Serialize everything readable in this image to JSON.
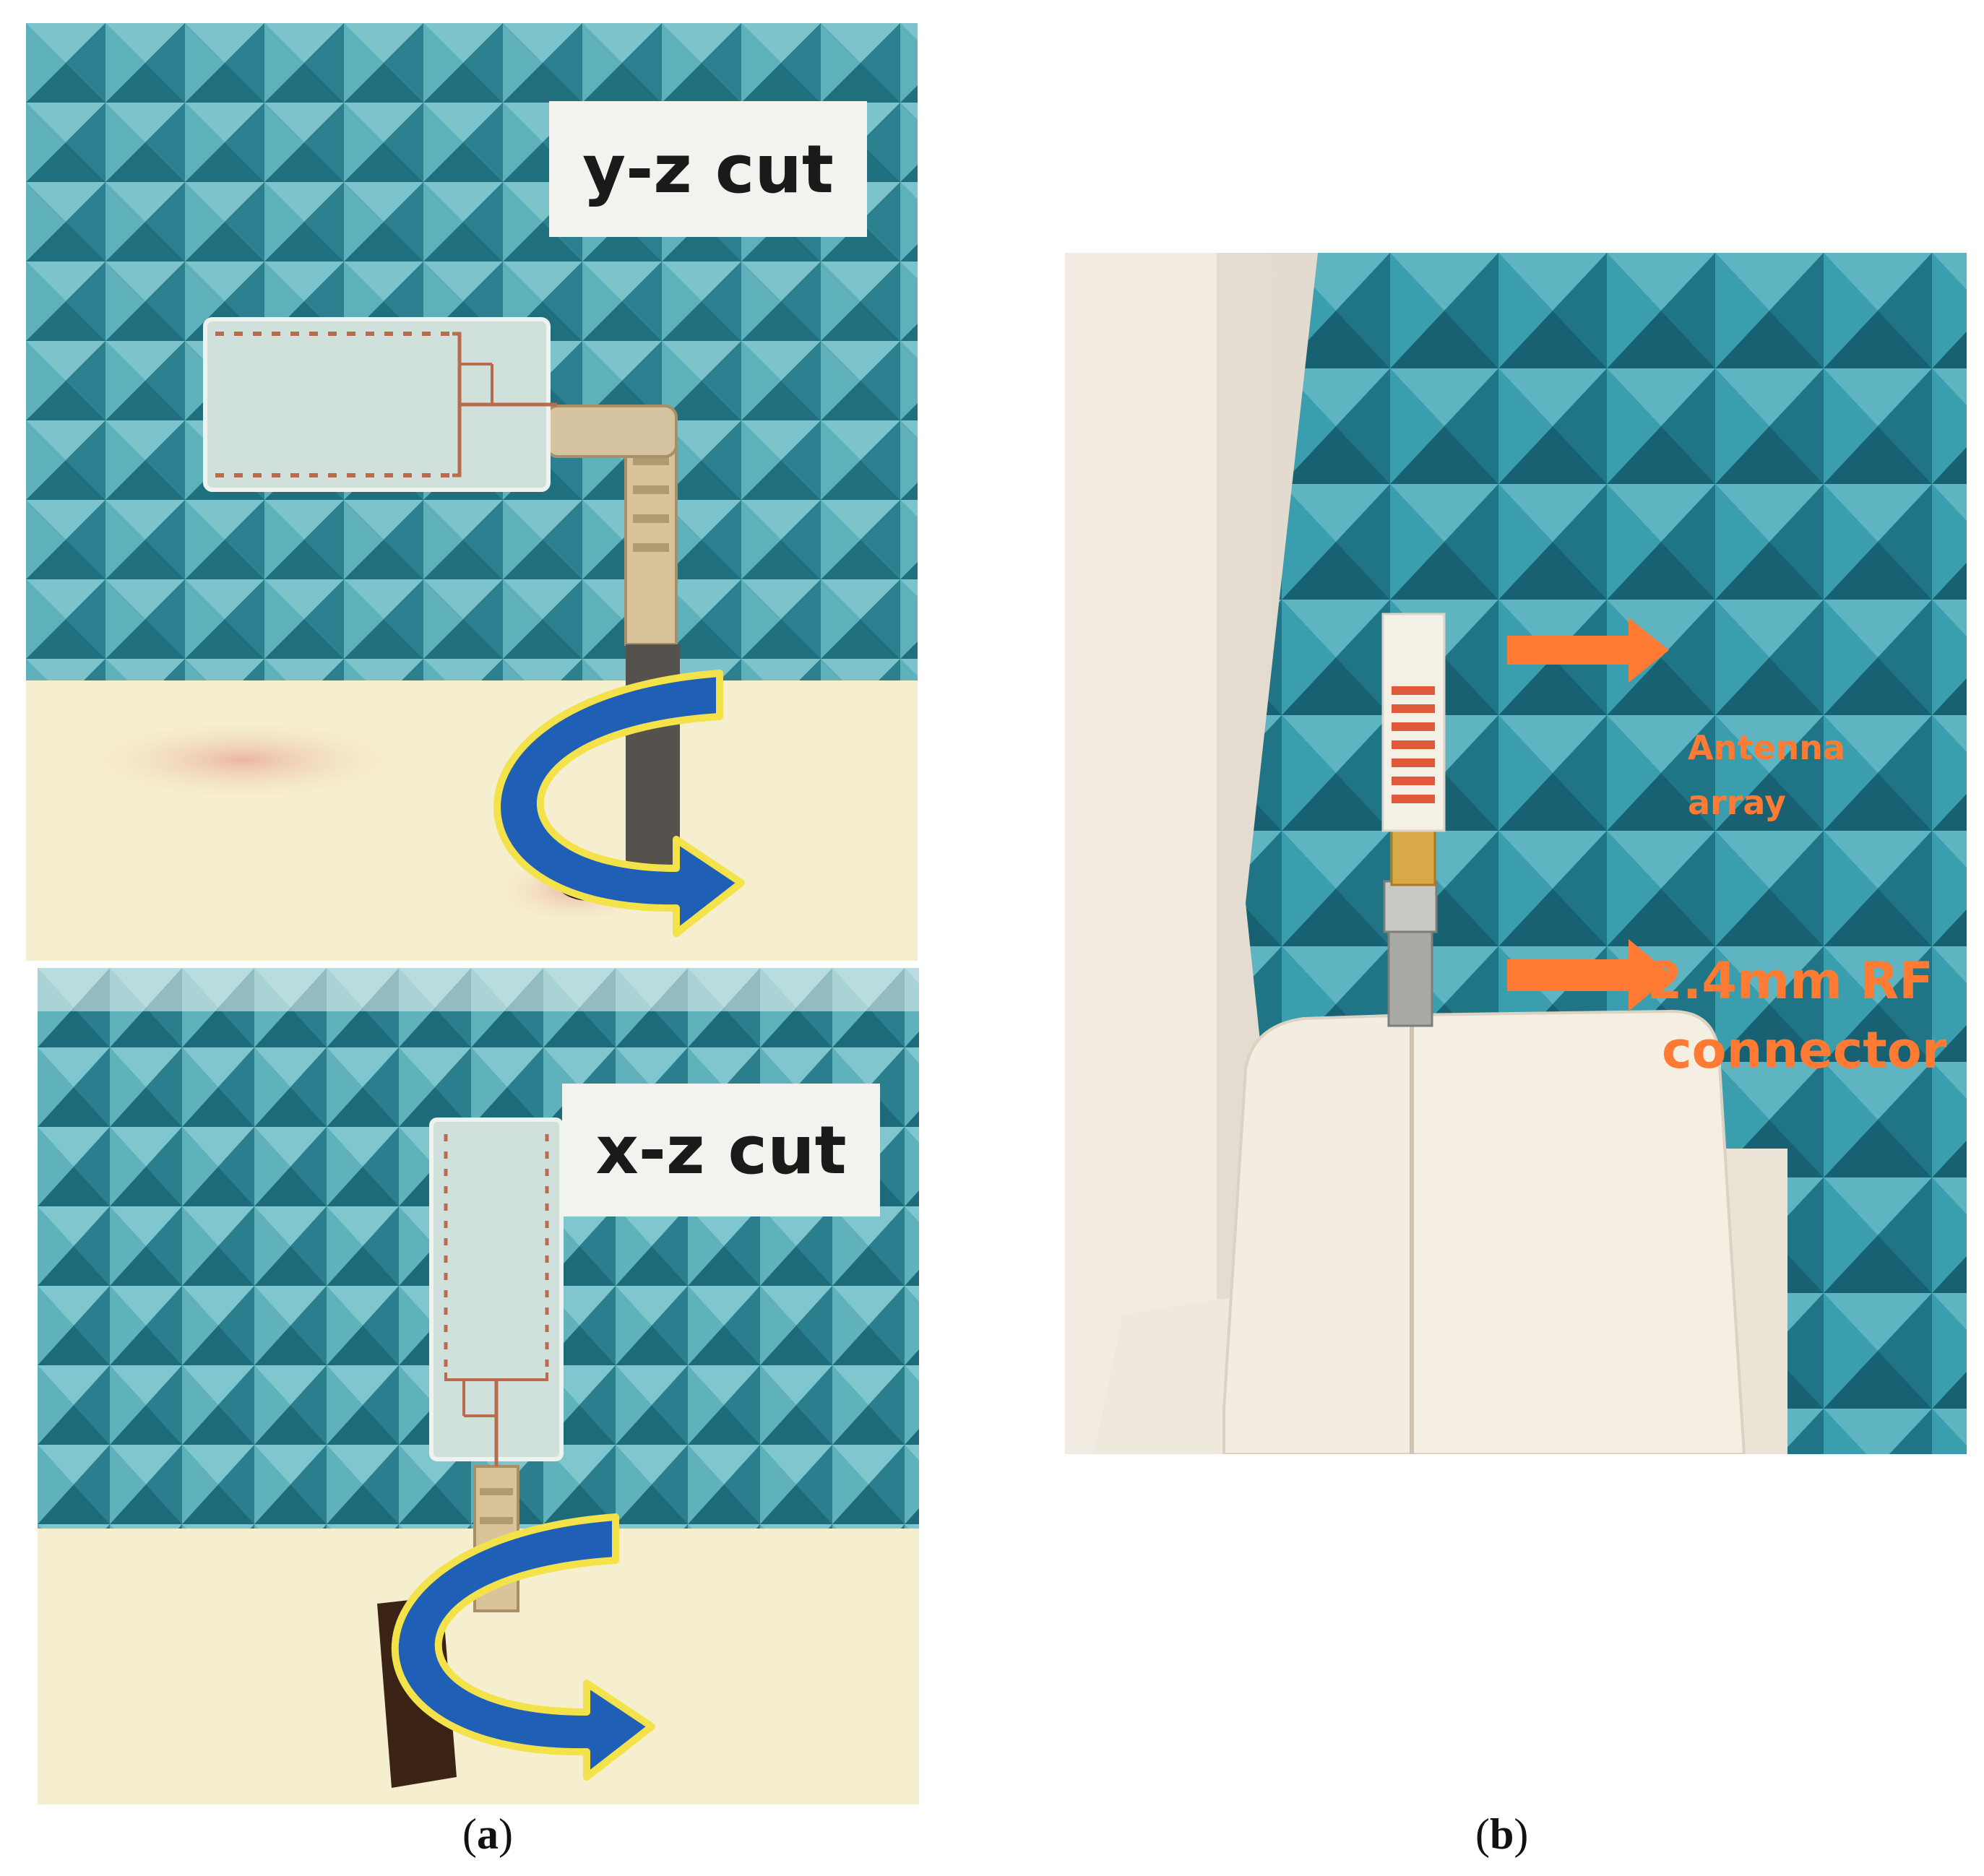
{
  "panel_a": {
    "top_photo_label": "y-z cut",
    "bottom_photo_label": "x-z cut",
    "caption_open": "(",
    "caption_letter": "a",
    "caption_close": ")"
  },
  "panel_b": {
    "antenna_label_line1": "Antenna",
    "antenna_label_line2": "array",
    "connector_label_line1": "2.4mm RF",
    "connector_label_line2": "connector",
    "caption_open": "(",
    "caption_letter": "b",
    "caption_close": ")"
  },
  "colors": {
    "absorber_teal": "#3d9aa8",
    "absorber_dark": "#1f6f7e",
    "foam_cream": "#f6efcf",
    "rotation_arrow_blue": "#1f5fb5",
    "label_orange": "#ff7a33"
  },
  "icons": {
    "rotation_arrow": "curved-rotation-arrow-icon",
    "pointer_arrow": "orange-right-arrow-icon"
  }
}
